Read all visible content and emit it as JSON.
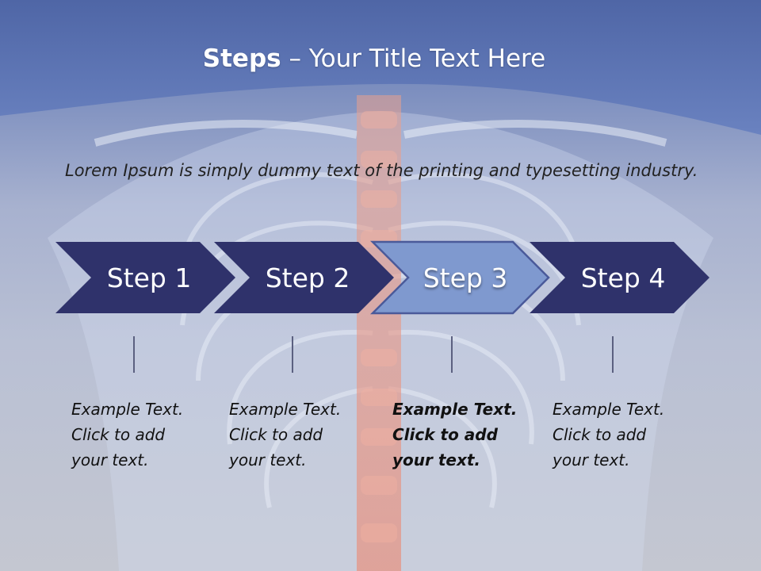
{
  "slide": {
    "title_strong": "Steps",
    "title_rest": " – Your Title Text Here",
    "intro": "Lorem Ipsum is simply dummy text of the printing and typesetting industry."
  },
  "steps": [
    {
      "label": "Step 1",
      "caption": [
        "Example Text.",
        "Click  to add",
        "your text."
      ],
      "active": false
    },
    {
      "label": "Step 2",
      "caption": [
        "Example Text.",
        "Click  to add",
        "your text."
      ],
      "active": false
    },
    {
      "label": "Step 3",
      "caption": [
        "Example Text.",
        "Click  to add",
        "your text."
      ],
      "active": true
    },
    {
      "label": "Step 4",
      "caption": [
        "Example Text.",
        "Click  to add",
        "your text."
      ],
      "active": false
    }
  ],
  "colors": {
    "header": "#5d75b3",
    "chevron": "#2f326b",
    "chevron_active": "#7f99cf",
    "chevron_active_border": "#4a5a9a"
  }
}
